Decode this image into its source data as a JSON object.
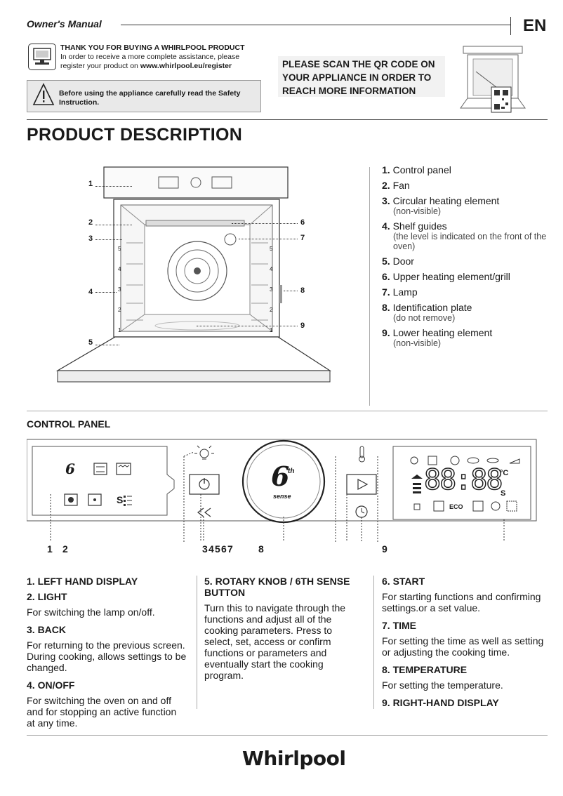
{
  "header": {
    "title": "Owner's Manual",
    "lang": "EN"
  },
  "thanks": {
    "title": "THANK YOU FOR BUYING A WHIRLPOOL PRODUCT",
    "line1": "In order to receive a more complete assistance, please",
    "line2_pre": "register your product on ",
    "line2_url": "www.whirlpool.eu/register"
  },
  "warning": "Before using the appliance carefully read the Safety Instruction.",
  "qr_text": "PLEASE SCAN THE QR CODE ON YOUR APPLIANCE IN ORDER TO REACH MORE INFORMATION",
  "section_title": "PRODUCT DESCRIPTION",
  "parts": [
    {
      "num": "1.",
      "label": "Control panel",
      "sub": ""
    },
    {
      "num": "2.",
      "label": "Fan",
      "sub": ""
    },
    {
      "num": "3.",
      "label": "Circular heating element",
      "sub": "(non-visible)"
    },
    {
      "num": "4.",
      "label": "Shelf guides",
      "sub": "(the level is indicated on the front of the oven)"
    },
    {
      "num": "5.",
      "label": "Door",
      "sub": ""
    },
    {
      "num": "6.",
      "label": "Upper heating element/grill",
      "sub": ""
    },
    {
      "num": "7.",
      "label": "Lamp",
      "sub": ""
    },
    {
      "num": "8.",
      "label": "Identification plate",
      "sub": "(do not remove)"
    },
    {
      "num": "9.",
      "label": "Lower heating element",
      "sub": "(non-visible)"
    }
  ],
  "oven_labels": [
    "1",
    "2",
    "3",
    "4",
    "5",
    "6",
    "7",
    "8",
    "9"
  ],
  "shelf_levels": [
    "5",
    "4",
    "3",
    "2",
    "1"
  ],
  "control_panel": {
    "title": "CONTROL PANEL",
    "numbers": [
      "1",
      "2",
      "34567",
      "8",
      "9"
    ],
    "knob_brand": "6",
    "knob_sup": "th",
    "knob_sense": "sense",
    "display_digits": "88:88",
    "display_unit": "°C",
    "display_s": "S",
    "eco": "ECO"
  },
  "desc": {
    "c1": [
      {
        "h": "1. LEFT HAND DISPLAY",
        "p": ""
      },
      {
        "h": "2. LIGHT",
        "p": "For switching the lamp on/off."
      },
      {
        "h": "3. BACK",
        "p": "For returning to the previous screen. During cooking, allows settings to be changed."
      },
      {
        "h": "4. ON/OFF",
        "p": "For switching the oven on and off and for stopping an active function at any time."
      }
    ],
    "c2": [
      {
        "h": "5. ROTARY KNOB / 6TH SENSE BUTTON",
        "p": "Turn this to navigate through the functions and adjust all of the cooking parameters. Press to select, set, access or confirm functions or parameters and eventually start the cooking program."
      }
    ],
    "c3": [
      {
        "h": "6. START",
        "p": "For starting functions and confirming settings.or a set value."
      },
      {
        "h": "7. TIME",
        "p": "For setting the time as well as setting or adjusting the cooking time."
      },
      {
        "h": "8. TEMPERATURE",
        "p": "For setting the temperature."
      },
      {
        "h": "9. RIGHT-HAND DISPLAY",
        "p": ""
      }
    ]
  },
  "brand": "Whirlpool"
}
